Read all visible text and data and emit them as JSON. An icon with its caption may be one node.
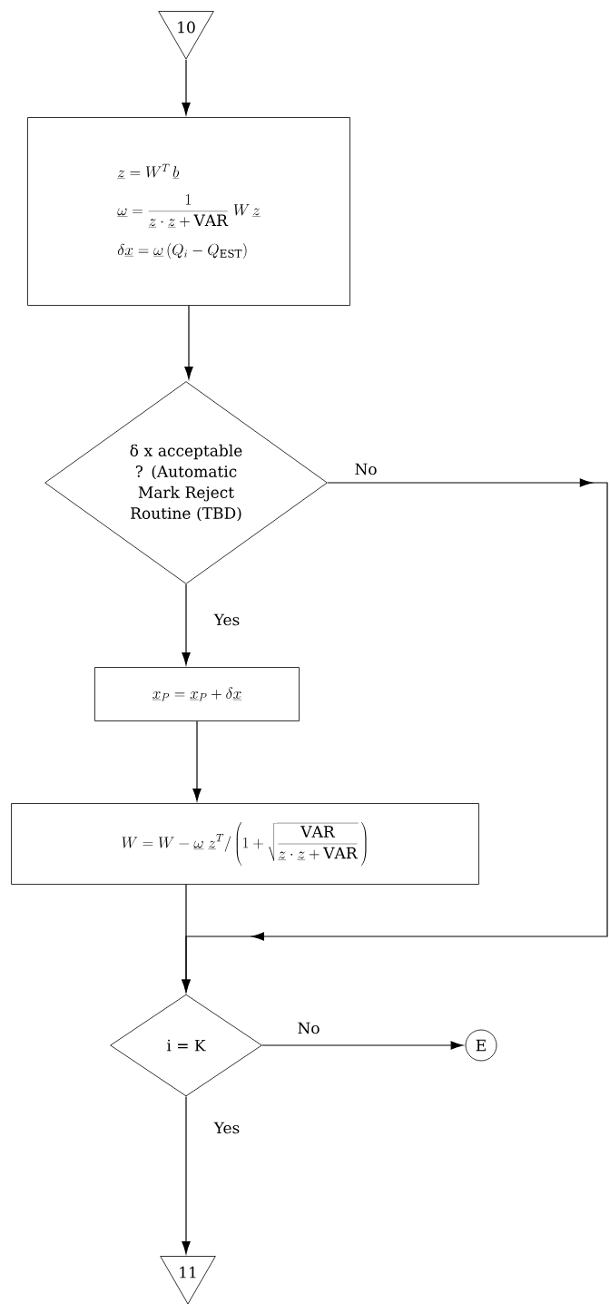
{
  "diagram": {
    "nodes": [
      {
        "text": [
          "10"
        ]
      },
      {
        "text": [
          "\\underline{z} = W^{T}\\,\\underline{b}",
          "\\underline{\\omega} = \\frac{1}{\\underline{z}\\cdot\\underline{z} + \\mathrm{VAR}}\\;W\\,\\underline{z}",
          "\\delta\\underline{x} = \\underline{\\omega}\\,(Q_{i} - Q_{\\mathrm{EST}})"
        ]
      },
      {
        "text": [
          "δ x acceptable ? (Automatic Mark Reject Routine (TBD)"
        ]
      },
      {
        "text": [
          "\\underline{x}_{P} = \\underline{x}_{P} + \\delta\\underline{x}"
        ]
      },
      {
        "text": [
          "W = W - \\underline{\\omega}\\;\\underline{z}^{T} \\Big/ \\left(1 + \\sqrt{\\frac{\\mathrm{VAR}}{\\underline{z}\\cdot\\underline{z} + \\mathrm{VAR}}}\\,\\right)"
        ]
      },
      {
        "text": [
          "i = K"
        ]
      },
      {
        "text": [
          "E"
        ]
      },
      {
        "text": [
          "11"
        ]
      }
    ],
    "edges": [
      {
        "from": 0,
        "to": 1,
        "arrow": "to"
      },
      {
        "from": 1,
        "to": 2,
        "arrow": "to"
      },
      {
        "from": 2,
        "to": 3,
        "arrow": "to",
        "label": "Yes"
      },
      {
        "from": 3,
        "to": 4,
        "arrow": "to"
      },
      {
        "from": 4,
        "to": 5,
        "arrow": "to"
      },
      {
        "from": 2,
        "to": 5,
        "arrow": "to",
        "label": "No"
      },
      {
        "from": 5,
        "to": 6,
        "arrow": "to",
        "label": "No"
      },
      {
        "from": 5,
        "to": 7,
        "arrow": "to",
        "label": "Yes"
      }
    ]
  }
}
